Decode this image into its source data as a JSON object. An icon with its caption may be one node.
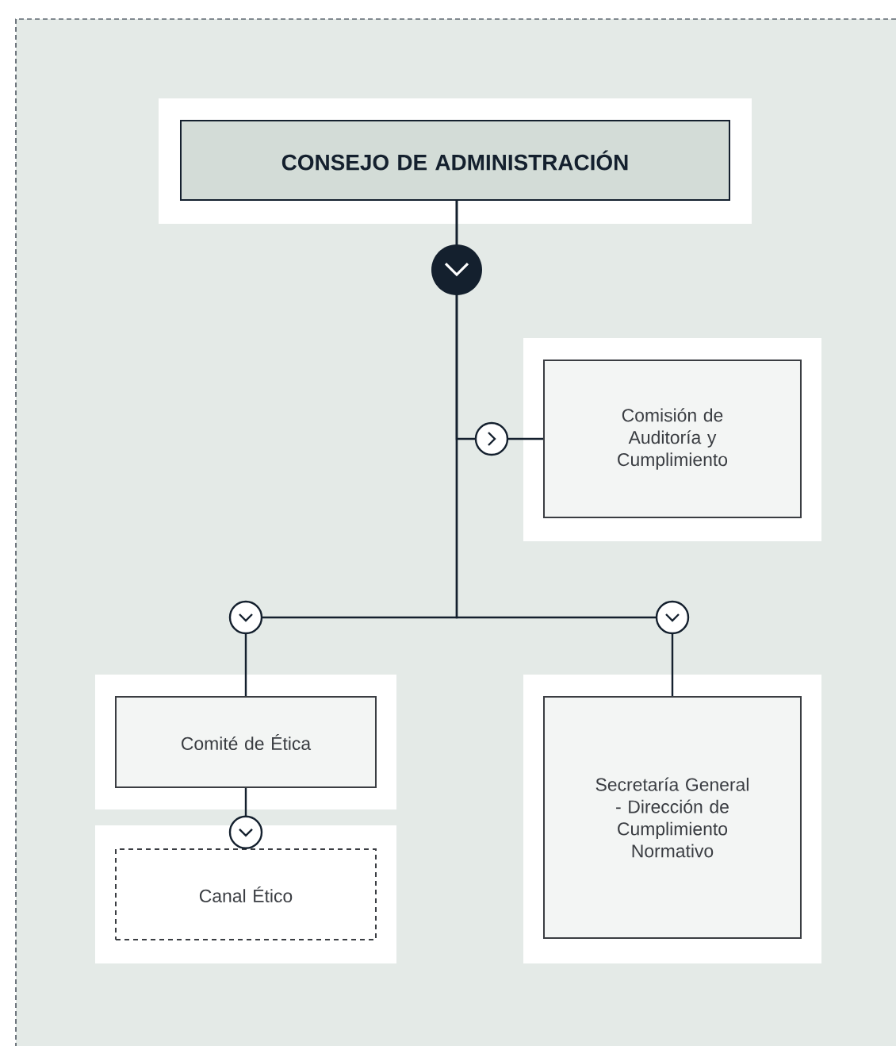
{
  "diagram": {
    "nodes": [
      {
        "text": [
          "CONSEJO DE ADMINISTRACIÓN"
        ]
      },
      {
        "text": [
          "Comisión de Auditoría y Cumplimiento"
        ]
      },
      {
        "text": [
          "Comité de Ética"
        ]
      },
      {
        "text": [
          "Canal Ético"
        ]
      },
      {
        "text": [
          "Secretaría General - Dirección de Cumplimiento Normativo"
        ]
      }
    ],
    "edges": [
      {
        "from": 0,
        "to": 1,
        "arrow": "to"
      },
      {
        "from": 0,
        "to": 2,
        "arrow": "to"
      },
      {
        "from": 0,
        "to": 4,
        "arrow": "to"
      },
      {
        "from": 2,
        "to": 3,
        "arrow": "to"
      }
    ]
  }
}
